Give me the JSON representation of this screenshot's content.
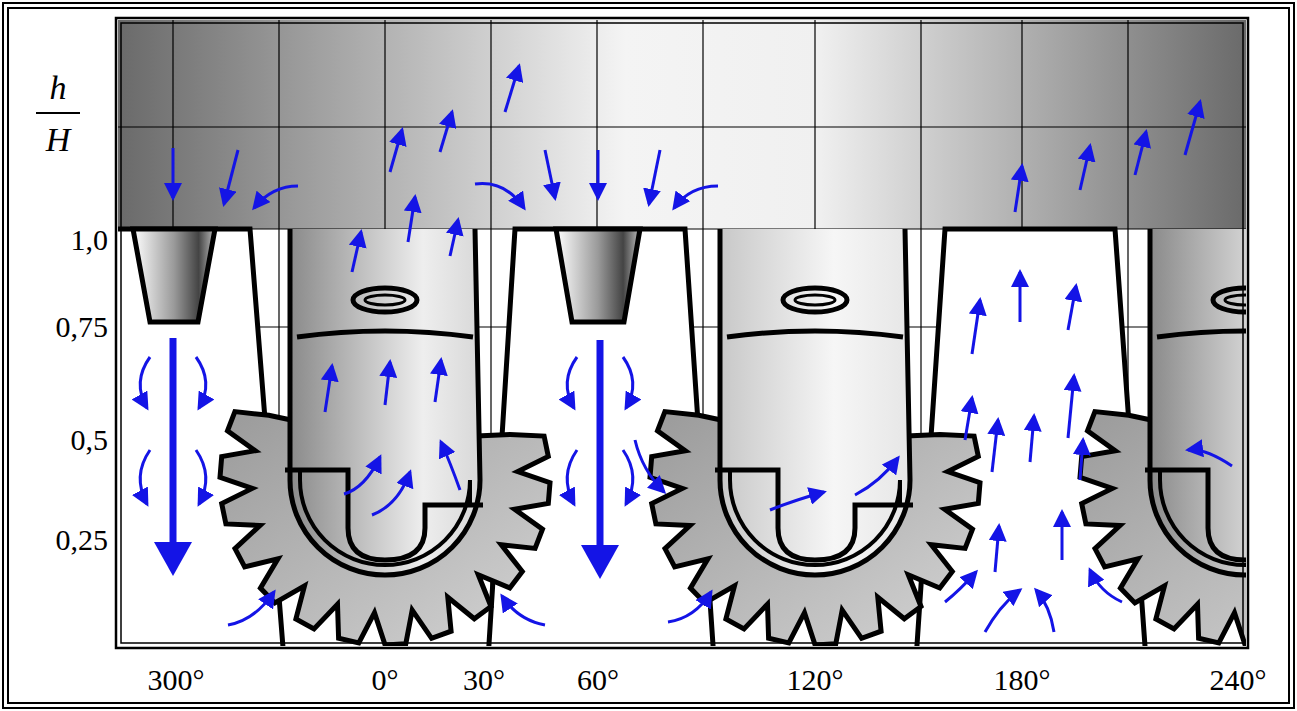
{
  "diagram": {
    "labels": [
      "h",
      "H",
      "1,0",
      "0,75",
      "0,5",
      "0,25",
      "300°",
      "0°",
      "30°",
      "60°",
      "120°",
      "180°",
      "240°"
    ]
  }
}
